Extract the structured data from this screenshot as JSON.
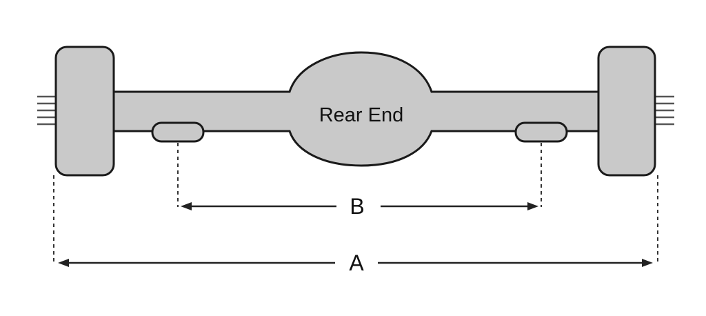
{
  "diagram": {
    "center_label": "Rear End",
    "dimension_b_label": "B",
    "dimension_a_label": "A",
    "part_fill_color": "#c9c9c9",
    "outline_color": "#1a1a1a"
  }
}
